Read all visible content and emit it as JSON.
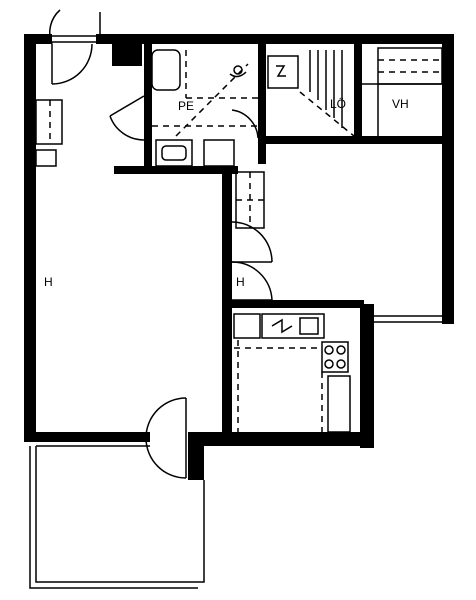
{
  "rooms": {
    "living_room": "H",
    "bathroom": "PE",
    "sauna": "LÖ",
    "wardrobe": "VH",
    "bedroom": "H"
  }
}
